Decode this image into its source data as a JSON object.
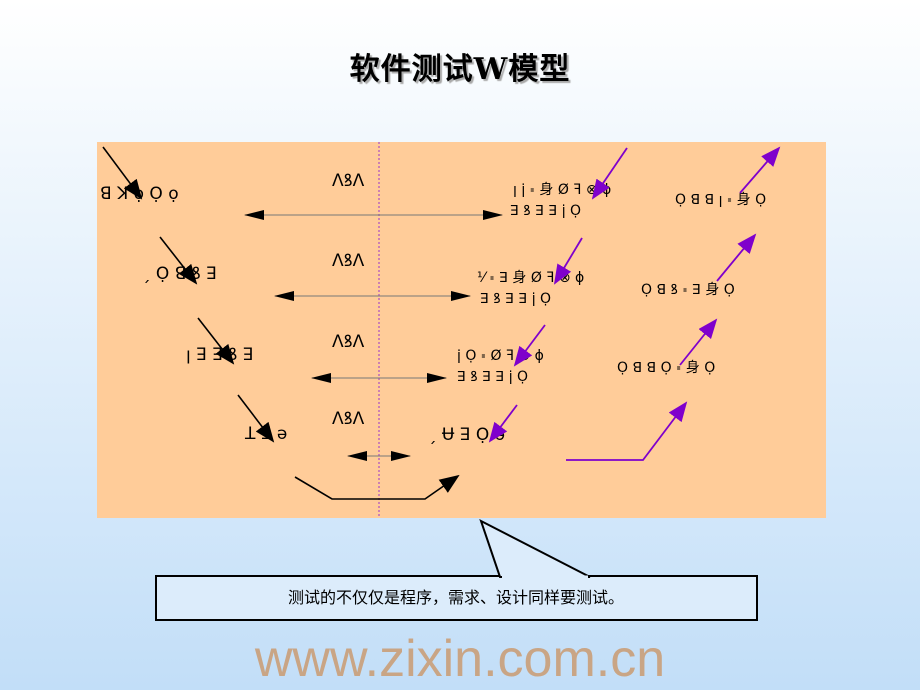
{
  "title": "软件测试W模型",
  "watermark": "www.zixin.com.cn",
  "diagram": {
    "rows": [
      {
        "left": "ꓭ ꓘ ọ Ọ ọ",
        "center": "ɅꝸɅ",
        "right_line1": "ꞁ ꞁ̇ ꞊ 身 Ø ꟻ ⊗ ϕ",
        "right_line2": "ꓱ ꝸ ꓱ ꓱ ꞁ̇ Ọ",
        "far_right": "Ọ ꓭ ꓭ ꞁ ꞊ 身 Ọ"
      },
      {
        "left": "ˏ Ọ ꓭ ꝸ ꓱ",
        "center": "ɅꝸɅ",
        "right_line1": "⅟ ꞊ ꓱ 身 Ø ꟻ ⊗ ϕ",
        "right_line2": "ꓱ ꝸ ꓱ ꓱ ꞁ̇ Ọ",
        "far_right": "Ọ ꓭ ꝸ ꞊ ꓱ 身 Ọ"
      },
      {
        "left": "ꞁ ꓱ ꓱ ꝸ ꓱ",
        "center": "ɅꝸɅ",
        "right_line1": "ꞁ̇ Ọ ꞊ Ø ꟻ ⊗ ϕ",
        "right_line2": "ꓱ ꝸ ꓱ ꓱ ꞁ̇ Ọ",
        "far_right": "Ọ ꓭ ꓭ Ọ ꞊ 身 Ọ"
      },
      {
        "left": "ꓕ ꓱ ə",
        "center": "ɅꝸɅ",
        "right_line1": "ˏ Ʉ ꓱ Ọ ə",
        "right_line2": "",
        "far_right": ""
      }
    ],
    "colors": {
      "panel": "#ffcc99",
      "black_arrow": "#000000",
      "purple_arrow": "#7f00cc",
      "divider": "#9933cc"
    }
  },
  "callout": {
    "text": "测试的不仅仅是程序，需求、设计同样要测试。"
  }
}
